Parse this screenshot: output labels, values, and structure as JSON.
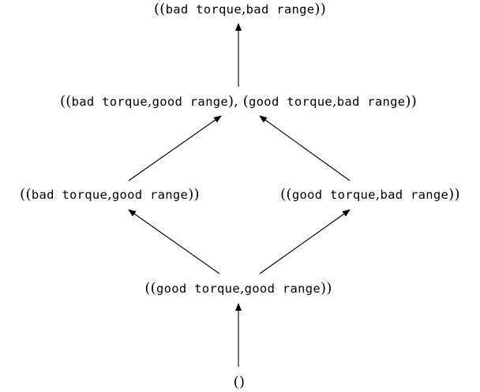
{
  "nodes": {
    "top": {
      "tuples": [
        [
          "bad torque",
          "bad range"
        ]
      ]
    },
    "upper": {
      "tuples": [
        [
          "bad torque",
          "good range"
        ],
        [
          "good torque",
          "bad range"
        ]
      ]
    },
    "middle_left": {
      "tuples": [
        [
          "bad torque",
          "good range"
        ]
      ]
    },
    "middle_right": {
      "tuples": [
        [
          "good torque",
          "bad range"
        ]
      ]
    },
    "lower": {
      "tuples": [
        [
          "good torque",
          "good range"
        ]
      ]
    },
    "bottom": {
      "tuples": []
    }
  },
  "edges": [
    [
      "upper",
      "top"
    ],
    [
      "middle_left",
      "upper"
    ],
    [
      "middle_right",
      "upper"
    ],
    [
      "lower",
      "middle_left"
    ],
    [
      "lower",
      "middle_right"
    ],
    [
      "bottom",
      "lower"
    ]
  ]
}
